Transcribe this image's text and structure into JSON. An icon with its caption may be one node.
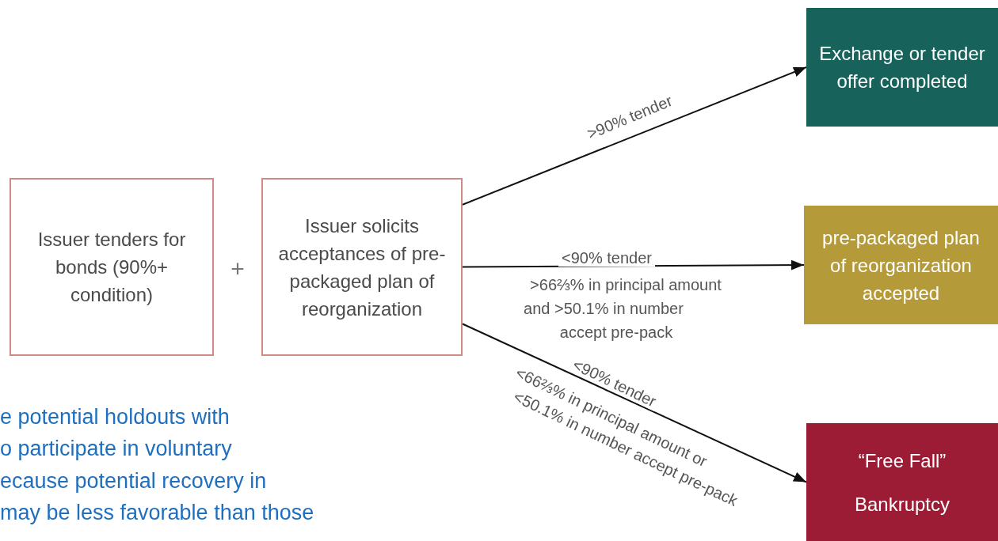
{
  "diagram": {
    "nodes": [
      {
        "text": [
          "Issuer tenders for bonds (90%+ condition)"
        ]
      },
      {
        "text": [
          "Issuer solicits acceptances of pre-packaged plan of reorganization"
        ]
      },
      {
        "text": [
          "Exchange or tender offer completed"
        ]
      },
      {
        "text": [
          "pre-packaged plan of reorganization accepted"
        ]
      },
      {
        "text": [
          "“Free Fall”",
          "Bankruptcy"
        ]
      }
    ],
    "edges": [
      {
        "from": 1,
        "to": 2,
        "arrow": "to",
        "label": ">90% tender"
      },
      {
        "from": 1,
        "to": 3,
        "arrow": "to",
        "label": "<90% tender"
      },
      {
        "from": 1,
        "to": 4,
        "arrow": "to",
        "label": "<90% tender"
      }
    ],
    "labels": [
      "+",
      ">66⅔% in principal amount",
      "and >50.1% in number",
      "accept pre-pack",
      "<66⅔% in principal amount or",
      "<50.1% in number accept pre-pack",
      "e potential holdouts with",
      "o participate in voluntary",
      "ecause potential recovery in",
      "may be less favorable than those"
    ]
  }
}
